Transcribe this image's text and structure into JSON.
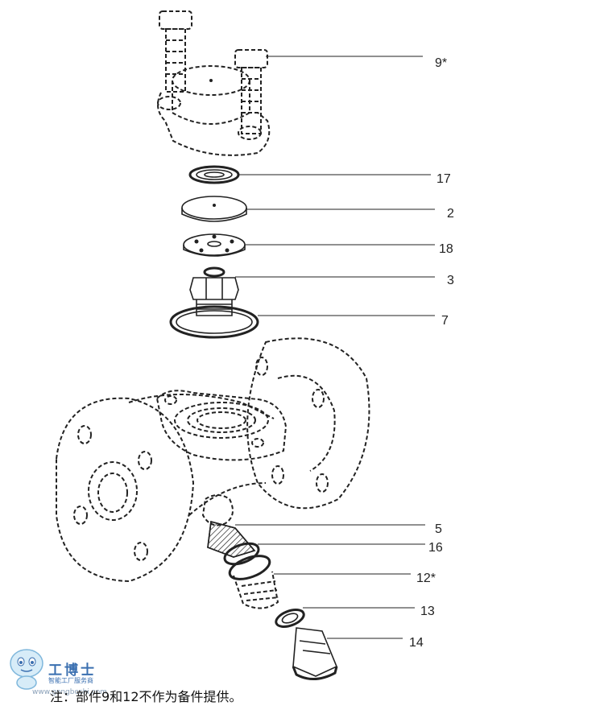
{
  "callouts": [
    {
      "id": "9",
      "label": "9*"
    },
    {
      "id": "17",
      "label": "17"
    },
    {
      "id": "2",
      "label": "2"
    },
    {
      "id": "18",
      "label": "18"
    },
    {
      "id": "3",
      "label": "3"
    },
    {
      "id": "7",
      "label": "7"
    },
    {
      "id": "5",
      "label": "5"
    },
    {
      "id": "16",
      "label": "16"
    },
    {
      "id": "12",
      "label": "12*"
    },
    {
      "id": "13",
      "label": "13"
    },
    {
      "id": "14",
      "label": "14"
    }
  ],
  "note": "注：部件9和12不作为备件提供。",
  "watermark": {
    "brand": "工博士",
    "tagline": "智能工厂服务商",
    "url": "www.gongboshi.com"
  },
  "colors": {
    "line": "#222222",
    "watermark": "#3a6fb0"
  }
}
